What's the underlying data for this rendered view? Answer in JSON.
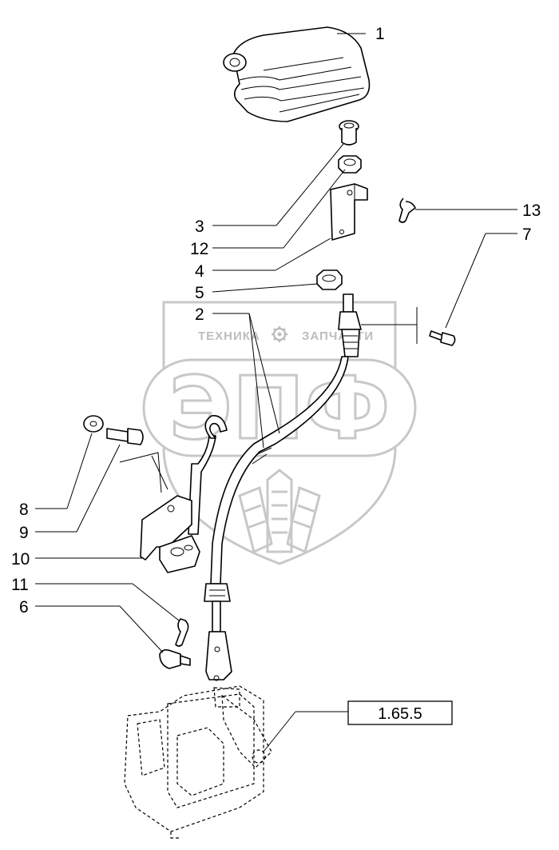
{
  "callouts": [
    {
      "id": "c1",
      "label": "1"
    },
    {
      "id": "c3",
      "label": "3"
    },
    {
      "id": "c12",
      "label": "12"
    },
    {
      "id": "c4",
      "label": "4"
    },
    {
      "id": "c5",
      "label": "5"
    },
    {
      "id": "c2",
      "label": "2"
    },
    {
      "id": "c13",
      "label": "13"
    },
    {
      "id": "c7",
      "label": "7"
    },
    {
      "id": "c8",
      "label": "8"
    },
    {
      "id": "c9",
      "label": "9"
    },
    {
      "id": "c10",
      "label": "10"
    },
    {
      "id": "c11",
      "label": "11"
    },
    {
      "id": "c6",
      "label": "6"
    }
  ],
  "reference_box": {
    "label": "1.65.5"
  },
  "watermark": {
    "left_text": "ТЕХНИКА",
    "right_text": "ЗАПЧАСТИ",
    "logo_text": "ЭПФ",
    "gear_icon": "gear-icon",
    "color": "#c8c8c8"
  }
}
